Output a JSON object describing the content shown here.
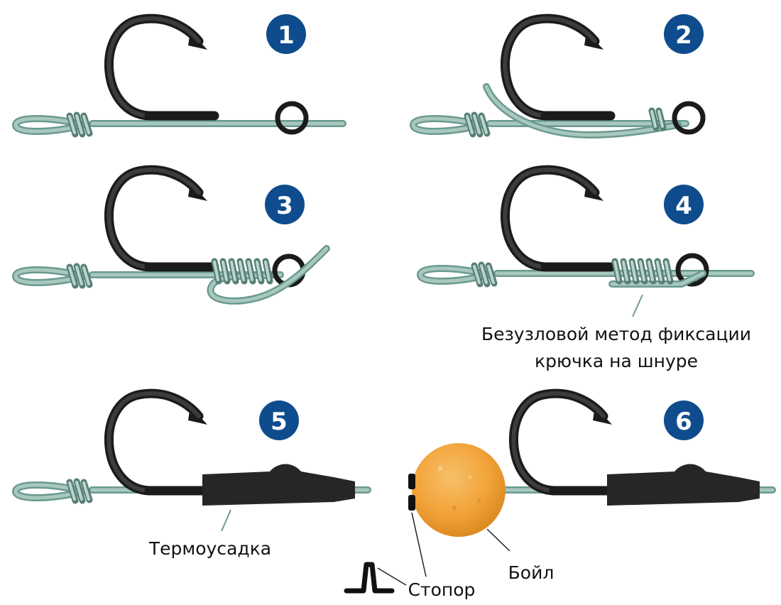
{
  "steps": [
    "1",
    "2",
    "3",
    "4",
    "5",
    "6"
  ],
  "captions": {
    "knotless_line1": "Безузловой метод фиксации",
    "knotless_line2": "крючка на шнуре",
    "shrink_tube": "Термоусадка",
    "boilie": "Бойл",
    "stopper": "Стопор"
  },
  "colors": {
    "badge": "#0f4c8d",
    "line": "#6b9a8f",
    "hook": "#1b1b1b",
    "shrink_tube": "#262626",
    "boilie": "#f2a43a"
  }
}
